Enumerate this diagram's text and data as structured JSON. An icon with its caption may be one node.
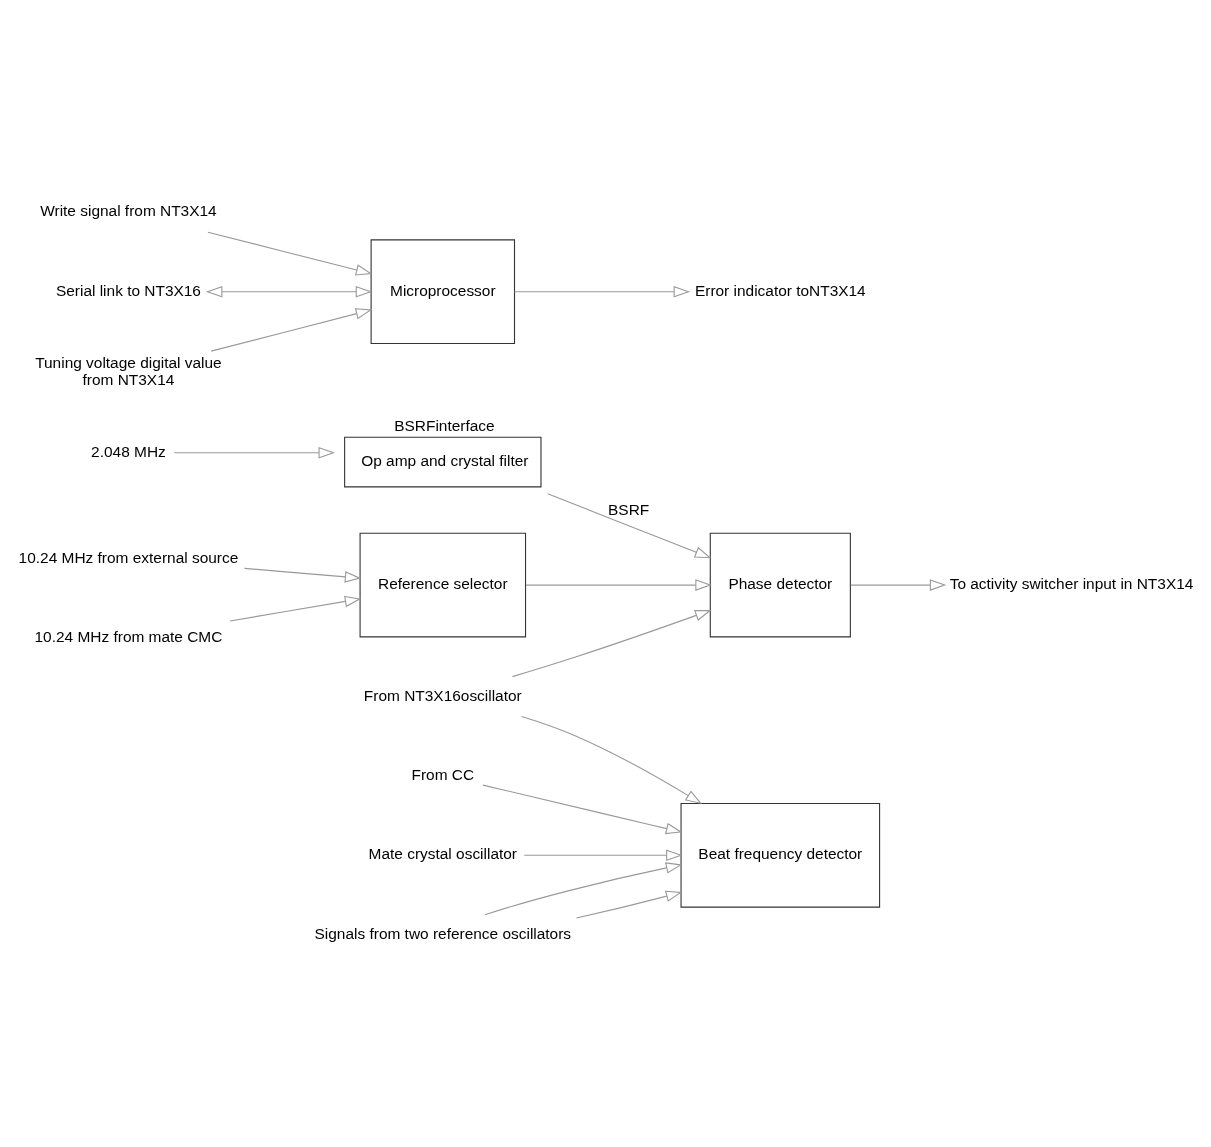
{
  "diagram": {
    "nodes": [
      {
        "text": [
          "BSRFinterface",
          "Op amp and crystal filter"
        ]
      },
      {
        "text": [
          "2.048 MHz"
        ]
      },
      {
        "text": [
          "Phase detector"
        ]
      },
      {
        "text": [
          "Reference selector"
        ]
      },
      {
        "text": [
          "Beat frequency detector"
        ]
      },
      {
        "text": [
          "To activity switcher input in NT3X14"
        ]
      },
      {
        "text": [
          "10.24 MHz from external source"
        ]
      },
      {
        "text": [
          "10.24 MHz from mate CMC"
        ]
      },
      {
        "text": [
          "Signals from two reference oscillators"
        ]
      },
      {
        "text": [
          "From CC"
        ]
      },
      {
        "text": [
          "From NT3X16oscillator"
        ]
      },
      {
        "text": [
          "Mate crystal oscillator"
        ]
      },
      {
        "text": [
          "Microprocessor"
        ]
      },
      {
        "text": [
          "Write signal from NT3X14"
        ]
      },
      {
        "text": [
          "Serial link to NT3X16"
        ]
      },
      {
        "text": [
          "Error indicator toNT3X14"
        ]
      },
      {
        "text": [
          "Tuning voltage digital value",
          "from NT3X14"
        ]
      }
    ],
    "edges": [
      {
        "from": 1,
        "to": 0,
        "arrow": "to"
      },
      {
        "from": 0,
        "to": 2,
        "arrow": "to",
        "label": "BSRF"
      },
      {
        "from": 2,
        "to": 5,
        "arrow": "to"
      },
      {
        "from": 6,
        "to": 3,
        "arrow": "to"
      },
      {
        "from": 7,
        "to": 3,
        "arrow": "to"
      },
      {
        "from": 3,
        "to": 2,
        "arrow": "to"
      },
      {
        "from": 10,
        "to": 2,
        "arrow": "to"
      },
      {
        "from": 10,
        "to": 4,
        "arrow": "to"
      },
      {
        "from": 8,
        "to": 4,
        "arrow": "to"
      },
      {
        "from": 8,
        "to": 4,
        "arrow": "to"
      },
      {
        "from": 9,
        "to": 4,
        "arrow": "to"
      },
      {
        "from": 11,
        "to": 4,
        "arrow": "to"
      },
      {
        "from": 13,
        "to": 12,
        "arrow": "to"
      },
      {
        "from": 14,
        "to": 12,
        "arrow": "both"
      },
      {
        "from": 12,
        "to": 15,
        "arrow": "to"
      },
      {
        "from": 16,
        "to": 12,
        "arrow": "to"
      }
    ]
  }
}
